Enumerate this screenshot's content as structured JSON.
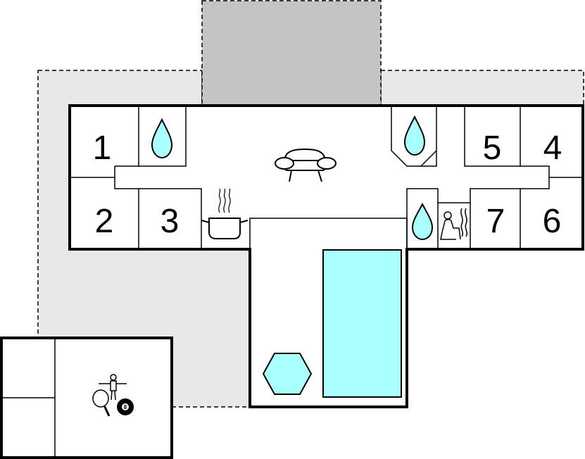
{
  "floorplan": {
    "rooms": [
      {
        "number": "1"
      },
      {
        "number": "2"
      },
      {
        "number": "3"
      },
      {
        "number": "4"
      },
      {
        "number": "5"
      },
      {
        "number": "6"
      },
      {
        "number": "7"
      }
    ],
    "icons": [
      "water-drop-icon",
      "water-drop-icon",
      "water-drop-icon",
      "sofa-icon",
      "cooking-pot-icon",
      "sauna-icon",
      "hot-tub-icon",
      "pool-icon",
      "foosball-icon",
      "table-tennis-icon",
      "billiard-ball-icon"
    ],
    "billiard_ball_label": "8",
    "colors": {
      "wall": "#000000",
      "water": "#aaffff",
      "terrace": "#e8e8e8",
      "roof_overhang": "#c4c4c4",
      "floor": "#ffffff"
    }
  }
}
